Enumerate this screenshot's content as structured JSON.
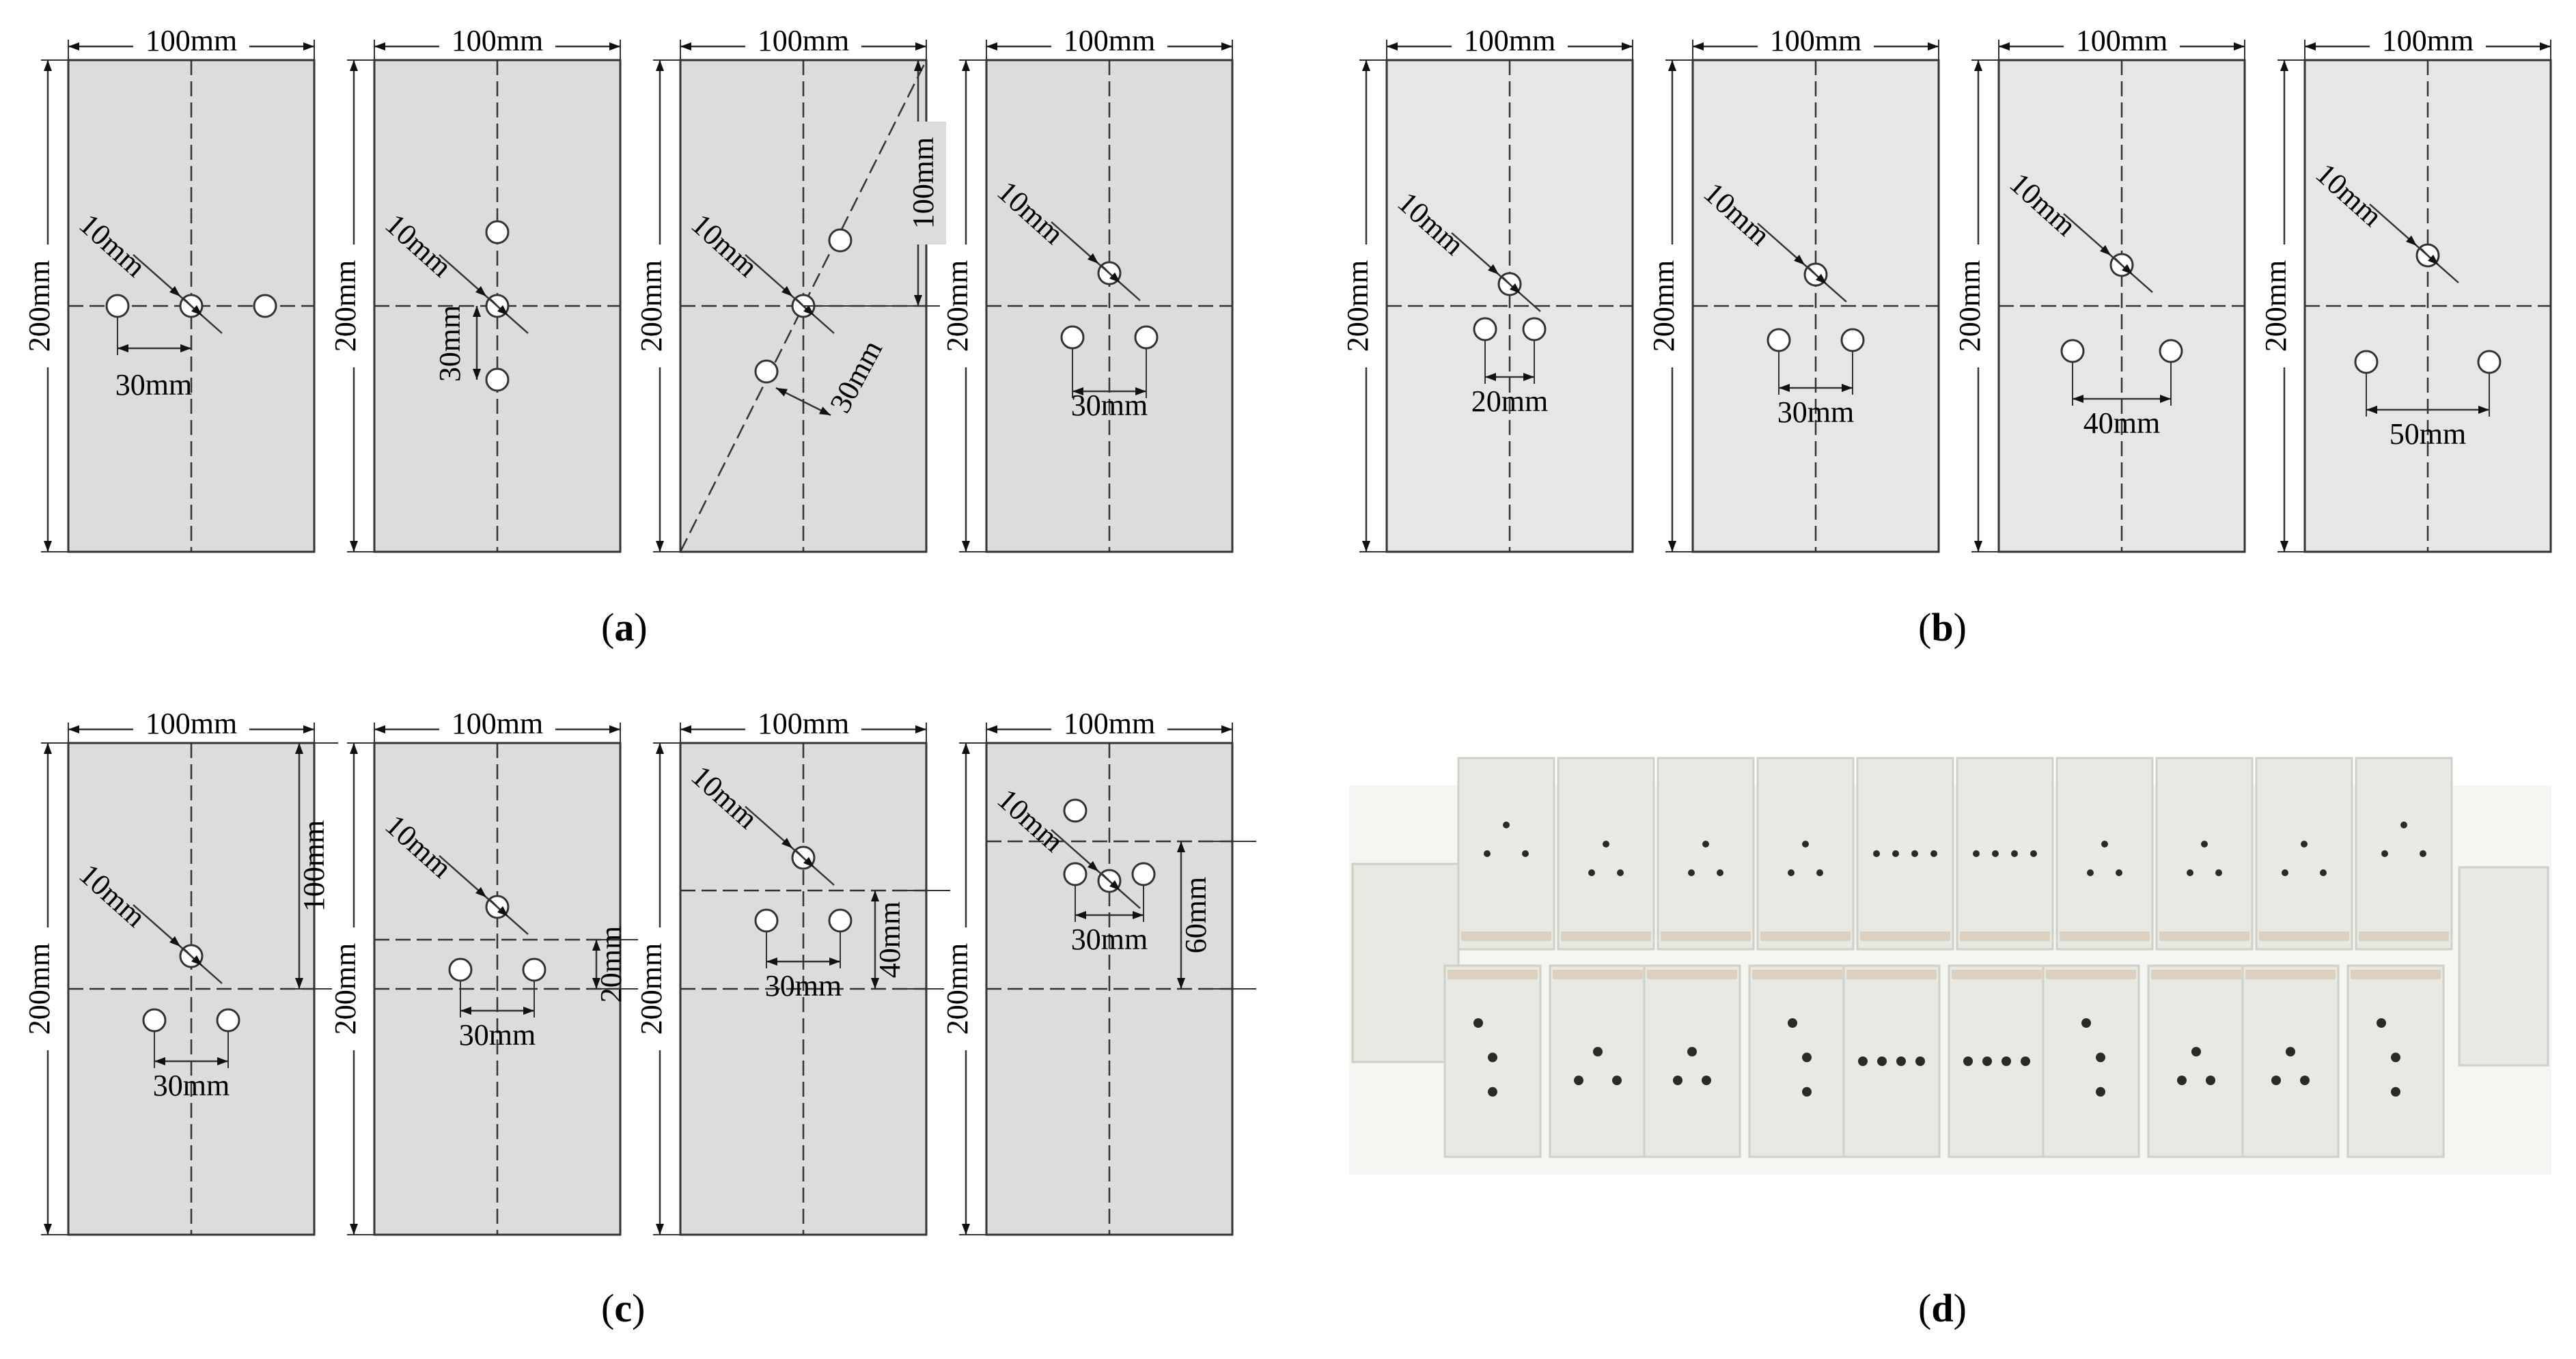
{
  "panels": [
    {
      "id": "a",
      "caption_letter": "a",
      "specimens": [
        {
          "width_label": "100mm",
          "height_label": "200mm",
          "hole_label": "10mm",
          "spacing_label": "30mm"
        },
        {
          "width_label": "100mm",
          "height_label": "200mm",
          "hole_label": "10mm",
          "spacing_label": "30mm"
        },
        {
          "width_label": "100mm",
          "height_label": "200mm",
          "hole_label": "10mm",
          "spacing_label": "30mm",
          "offset_label": "100mm"
        },
        {
          "width_label": "100mm",
          "height_label": "200mm",
          "hole_label": "10mm",
          "spacing_label": "30mm"
        }
      ]
    },
    {
      "id": "b",
      "caption_letter": "b",
      "specimens": [
        {
          "width_label": "100mm",
          "height_label": "200mm",
          "hole_label": "10mm",
          "spacing_label": "20mm"
        },
        {
          "width_label": "100mm",
          "height_label": "200mm",
          "hole_label": "10mm",
          "spacing_label": "30mm"
        },
        {
          "width_label": "100mm",
          "height_label": "200mm",
          "hole_label": "10mm",
          "spacing_label": "40mm"
        },
        {
          "width_label": "100mm",
          "height_label": "200mm",
          "hole_label": "10mm",
          "spacing_label": "50mm"
        }
      ]
    },
    {
      "id": "c",
      "caption_letter": "c",
      "specimens": [
        {
          "width_label": "100mm",
          "height_label": "200mm",
          "hole_label": "10mm",
          "spacing_label": "30mm",
          "offset_label": "100mm"
        },
        {
          "width_label": "100mm",
          "height_label": "200mm",
          "hole_label": "10mm",
          "spacing_label": "30mm",
          "offset_label": "20mm"
        },
        {
          "width_label": "100mm",
          "height_label": "200mm",
          "hole_label": "10mm",
          "spacing_label": "30mm",
          "offset_label": "40mm"
        },
        {
          "width_label": "100mm",
          "height_label": "200mm",
          "hole_label": "10mm",
          "spacing_label": "30mm",
          "offset_label": "60mm"
        }
      ]
    },
    {
      "id": "d",
      "caption_letter": "d"
    }
  ],
  "colors": {
    "specimen_fill": "#dcdcdc",
    "specimen_fill_light": "#e6e6e6",
    "line": "#333333",
    "brick": "#e8e9e2",
    "brick_shade": "#cfd0c8",
    "stain": "#c9a27a"
  }
}
